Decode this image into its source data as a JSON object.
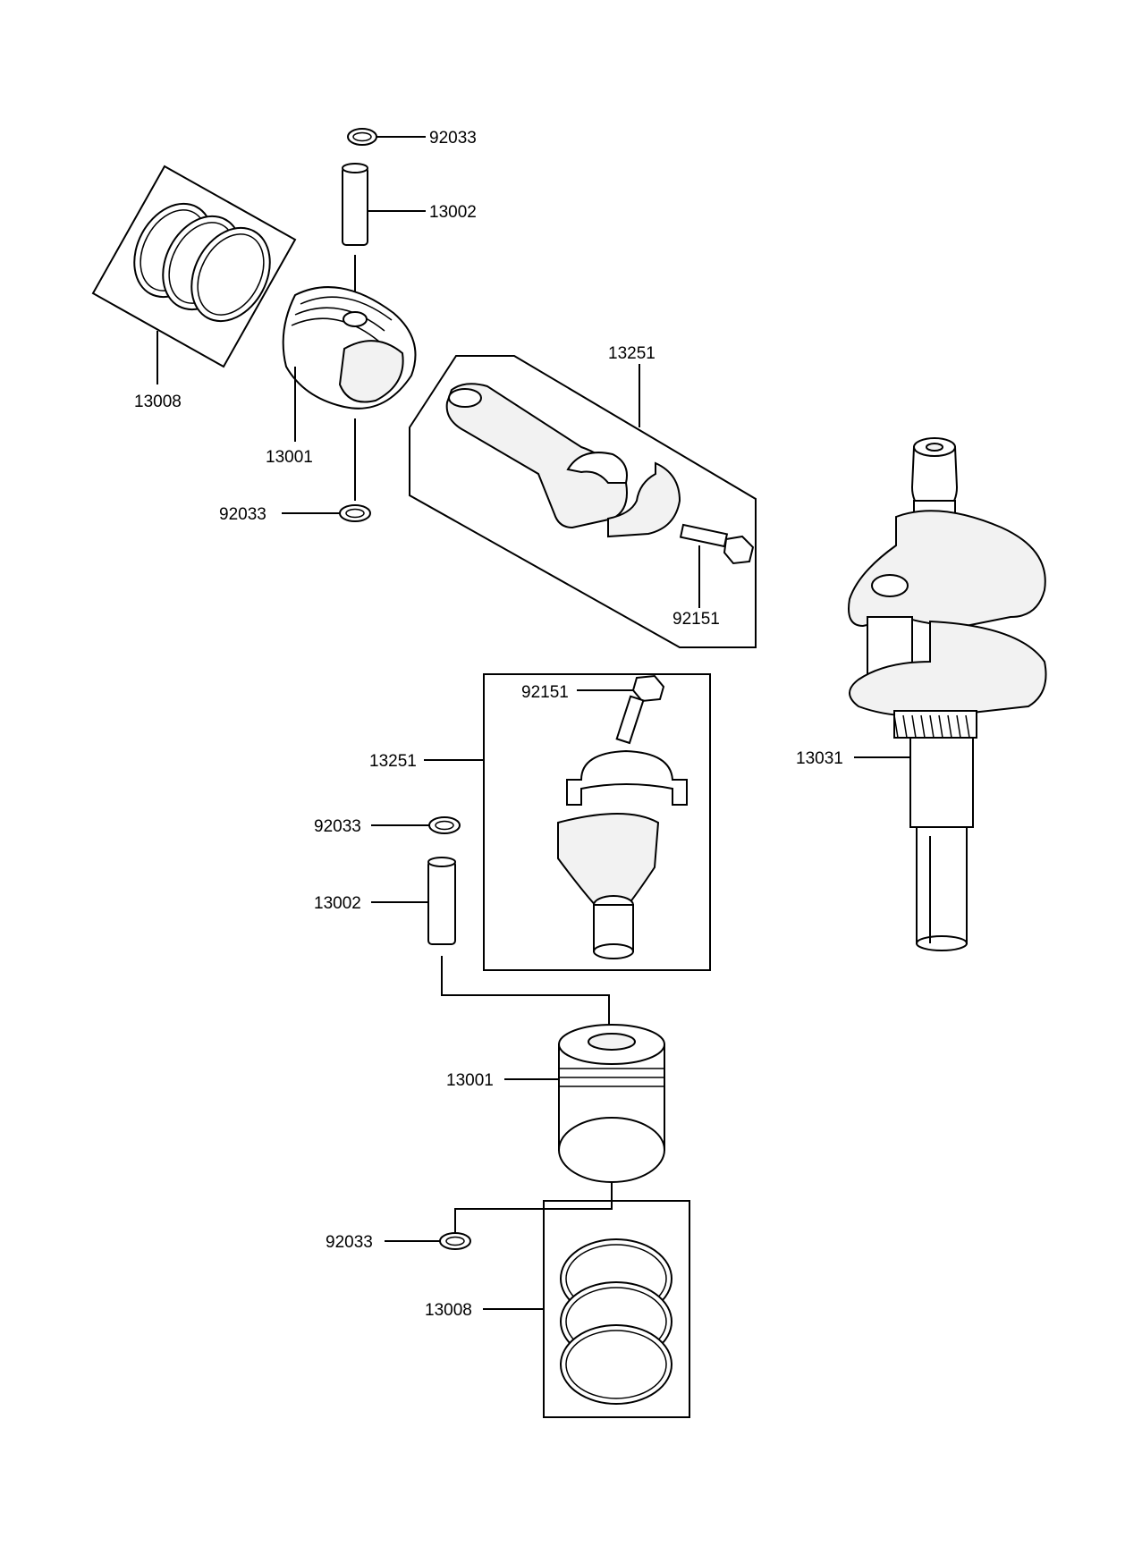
{
  "labels": {
    "l1": "92033",
    "l2": "13002",
    "l3": "13008",
    "l4": "13001",
    "l5": "92033",
    "l6": "13251",
    "l7": "92151",
    "l8": "92151",
    "l9": "13251",
    "l10": "92033",
    "l11": "13002",
    "l12": "13031",
    "l13": "13001",
    "l14": "92033",
    "l15": "13008"
  }
}
